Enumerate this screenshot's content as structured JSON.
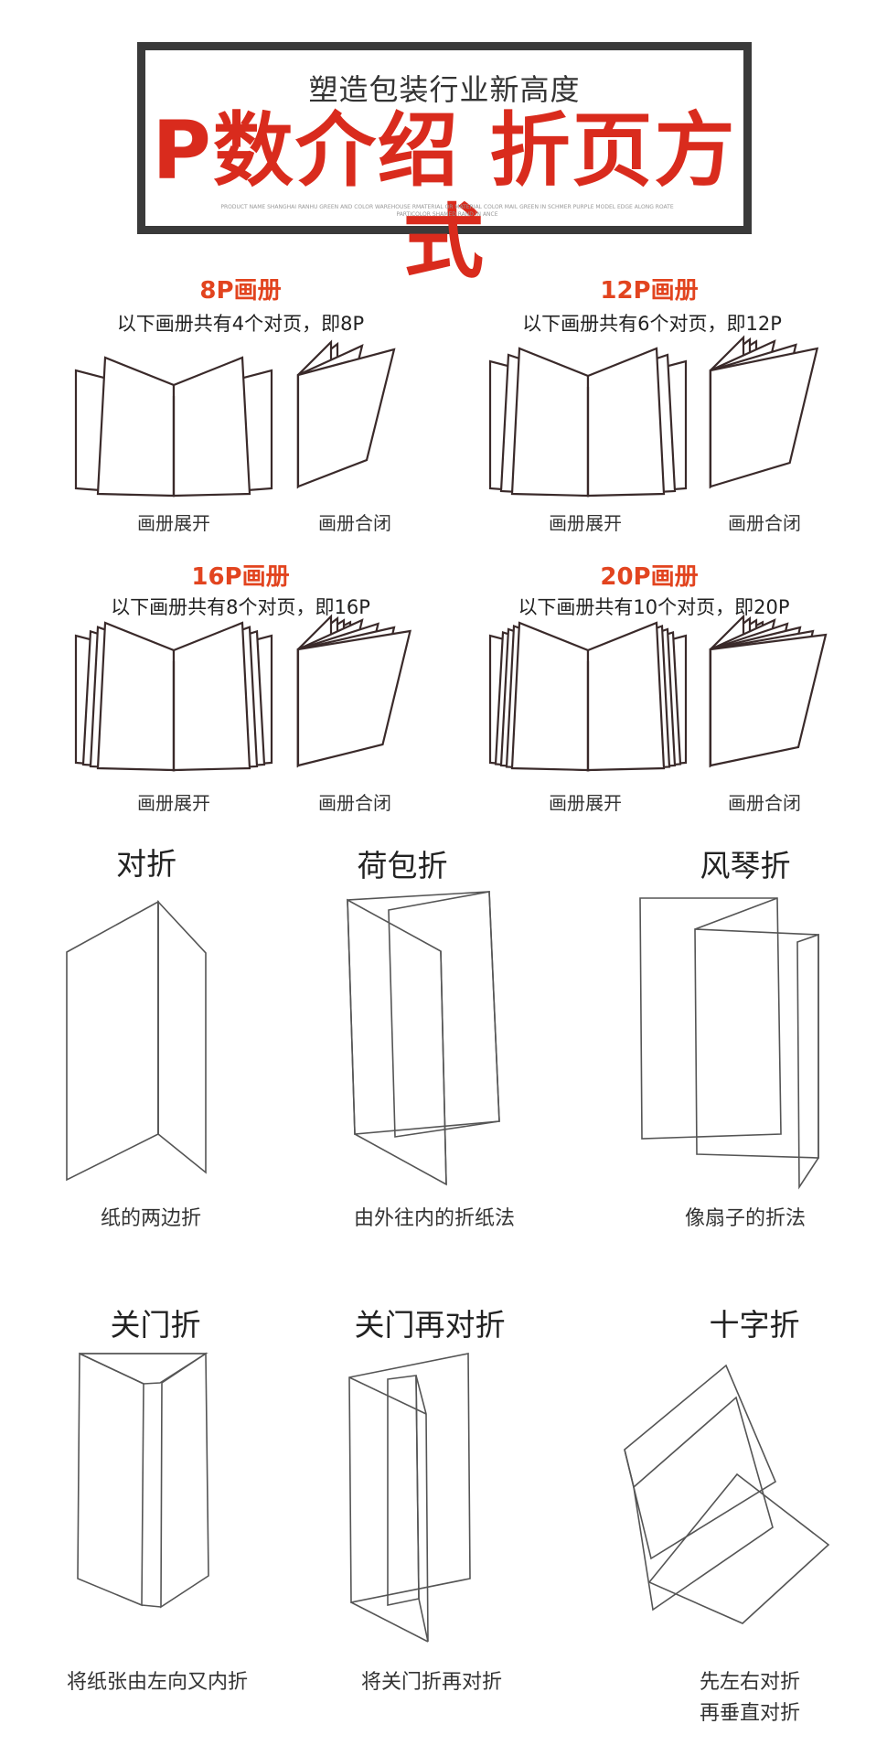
{
  "header": {
    "subtitle": "塑造包装行业新高度",
    "title": "P数介绍 折页方式",
    "fine_print": "PRODUCT NAME SHANGHAI RANHU GREEN AND COLOR WAREHOUSE RMATERIAL OR MATERIAL COLOR MAIL GREEN IN SCHMER PURPLE MODEL EDGE ALONG ROATE PARTICOLOR SHAMED RAND IN ANCE"
  },
  "books": [
    {
      "title": "8P画册",
      "desc": "以下画册共有4个对页，即8P",
      "open_label": "画册展开",
      "closed_label": "画册合闭",
      "pages": 4
    },
    {
      "title": "12P画册",
      "desc": "以下画册共有6个对页，即12P",
      "open_label": "画册展开",
      "closed_label": "画册合闭",
      "pages": 6
    },
    {
      "title": "16P画册",
      "desc": "以下画册共有8个对页，即16P",
      "open_label": "画册展开",
      "closed_label": "画册合闭",
      "pages": 8
    },
    {
      "title": "20P画册",
      "desc": "以下画册共有10个对页，即20P",
      "open_label": "画册展开",
      "closed_label": "画册合闭",
      "pages": 10
    }
  ],
  "folds": [
    {
      "title": "对折",
      "desc": "纸的两边折"
    },
    {
      "title": "荷包折",
      "desc": "由外往内的折纸法"
    },
    {
      "title": "风琴折",
      "desc": "像扇子的折法"
    },
    {
      "title": "关门折",
      "desc": "将纸张由左向又内折"
    },
    {
      "title": "关门再对折",
      "desc": "将关门折再对折"
    },
    {
      "title": "十字折",
      "desc": "先左右对折\n再垂直对折"
    }
  ]
}
